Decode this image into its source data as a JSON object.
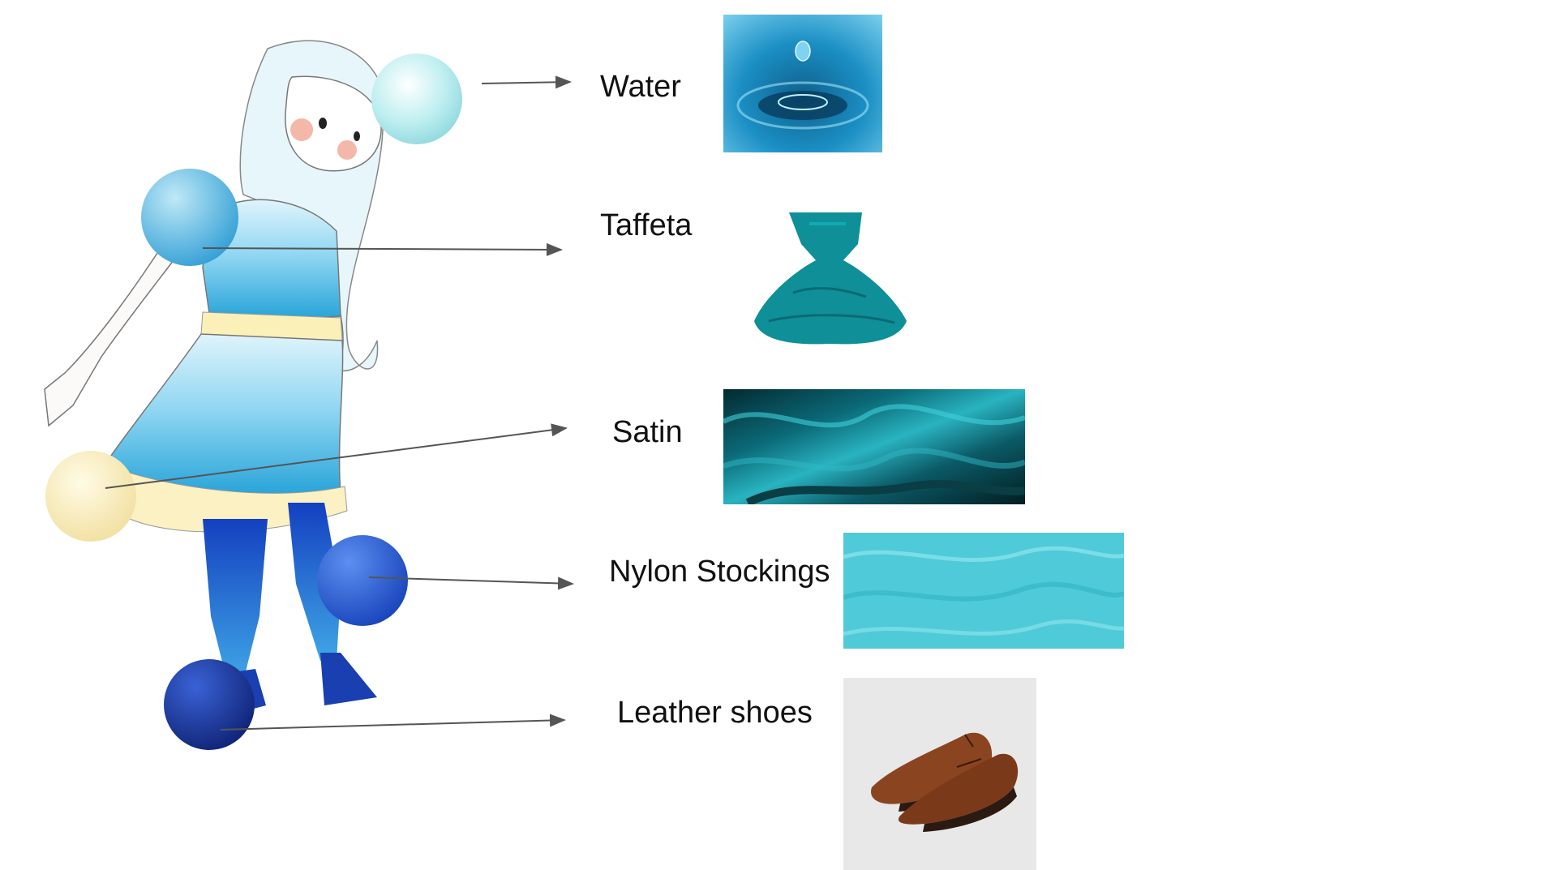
{
  "materials": [
    {
      "label": "Water"
    },
    {
      "label": "Taffeta"
    },
    {
      "label": "Satin"
    },
    {
      "label": "Nylon Stockings"
    },
    {
      "label": "Leather shoes"
    }
  ],
  "colors": {
    "arrow": "#555555",
    "water": "#1b8fc4",
    "taffeta": "#0f8f98",
    "satin": "#0b5a66",
    "nylon": "#5fd0dc",
    "leather": "#7a3a1a",
    "dress": "#38aee0",
    "stockings": "#1650c8",
    "shoes": "#1a3fb0"
  }
}
